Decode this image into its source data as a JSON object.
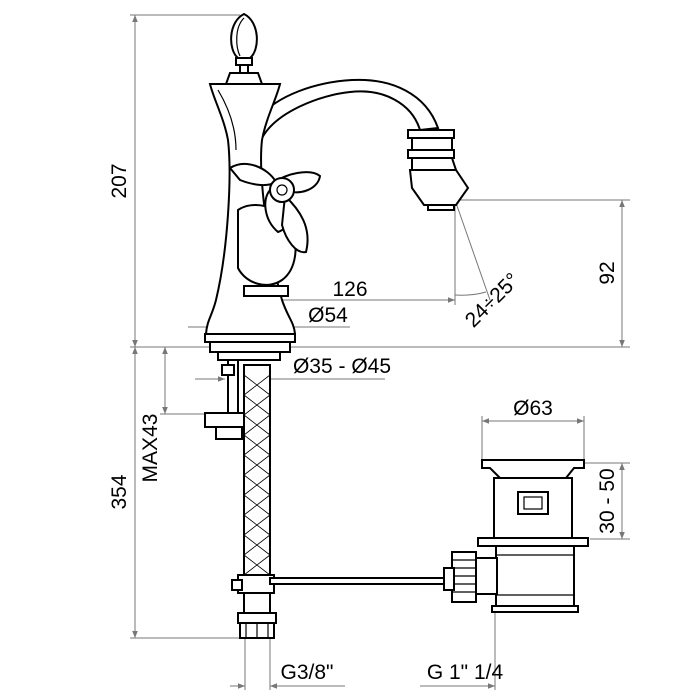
{
  "dimensions": {
    "height_top": "207",
    "spout_reach": "126",
    "spout_height": "92",
    "base_diameter": "Ø54",
    "hole_range": "Ø35 - Ø45",
    "angle": "24÷25°",
    "max_thickness": "MAX43",
    "pipe_length": "354",
    "waste_diameter": "Ø63",
    "waste_range": "30 - 50",
    "thread_supply": "G3/8\"",
    "thread_waste": "G 1\" 1/4"
  }
}
